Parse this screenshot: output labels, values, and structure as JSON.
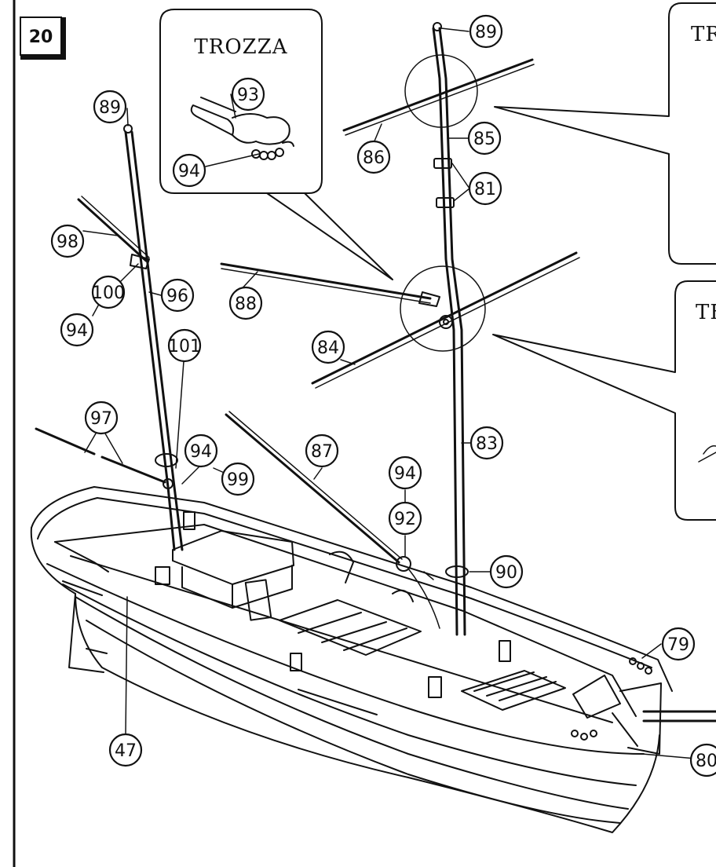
{
  "page_number": "20",
  "inset_title": "TROZZA",
  "right_inset_titles": [
    "TR",
    "TF"
  ],
  "part_labels": [
    "89",
    "93",
    "94",
    "89",
    "85",
    "86",
    "81",
    "98",
    "100",
    "94",
    "96",
    "88",
    "84",
    "101",
    "97",
    "94",
    "99",
    "87",
    "94",
    "92",
    "90",
    "83",
    "79",
    "47",
    "80"
  ],
  "colors": {
    "ink": "#111111",
    "paper": "#ffffff"
  }
}
